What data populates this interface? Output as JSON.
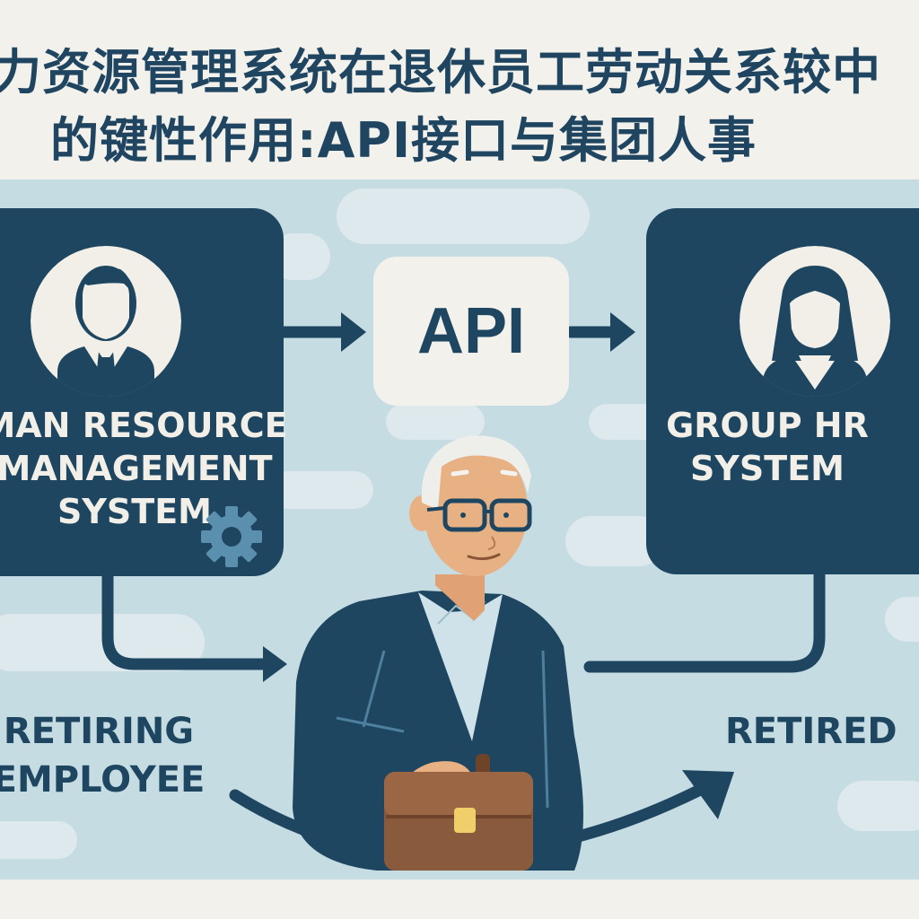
{
  "title": {
    "line1": "力资源管理系统在退休员工劳动关系较中",
    "line2": "的键性作用:API接口与集团人事"
  },
  "panels": {
    "left": {
      "icon": "male-user-icon",
      "label_lines": [
        "MAN RESOURCE",
        "MANAGEMENT",
        "SYSTEM"
      ],
      "badge_icon": "gear-icon"
    },
    "api": {
      "label": "API"
    },
    "right": {
      "icon": "female-user-icon",
      "label_lines": [
        "GROUP HR",
        "SYSTEM"
      ]
    }
  },
  "stages": {
    "start": {
      "label_lines": [
        "RETIRING",
        "EMPLOYEE"
      ]
    },
    "end": {
      "label": "RETIRED"
    }
  },
  "figure": {
    "description": "elderly-employee-with-briefcase"
  },
  "colors": {
    "navy": "#1e4660",
    "background": "#c5dce3",
    "cream": "#f3f1ec",
    "cloud": "#dde9ec",
    "gear": "#5b8fae",
    "briefcase": "#8a5a3c",
    "clasp": "#f0cf6a",
    "skin": "#e8b184"
  }
}
